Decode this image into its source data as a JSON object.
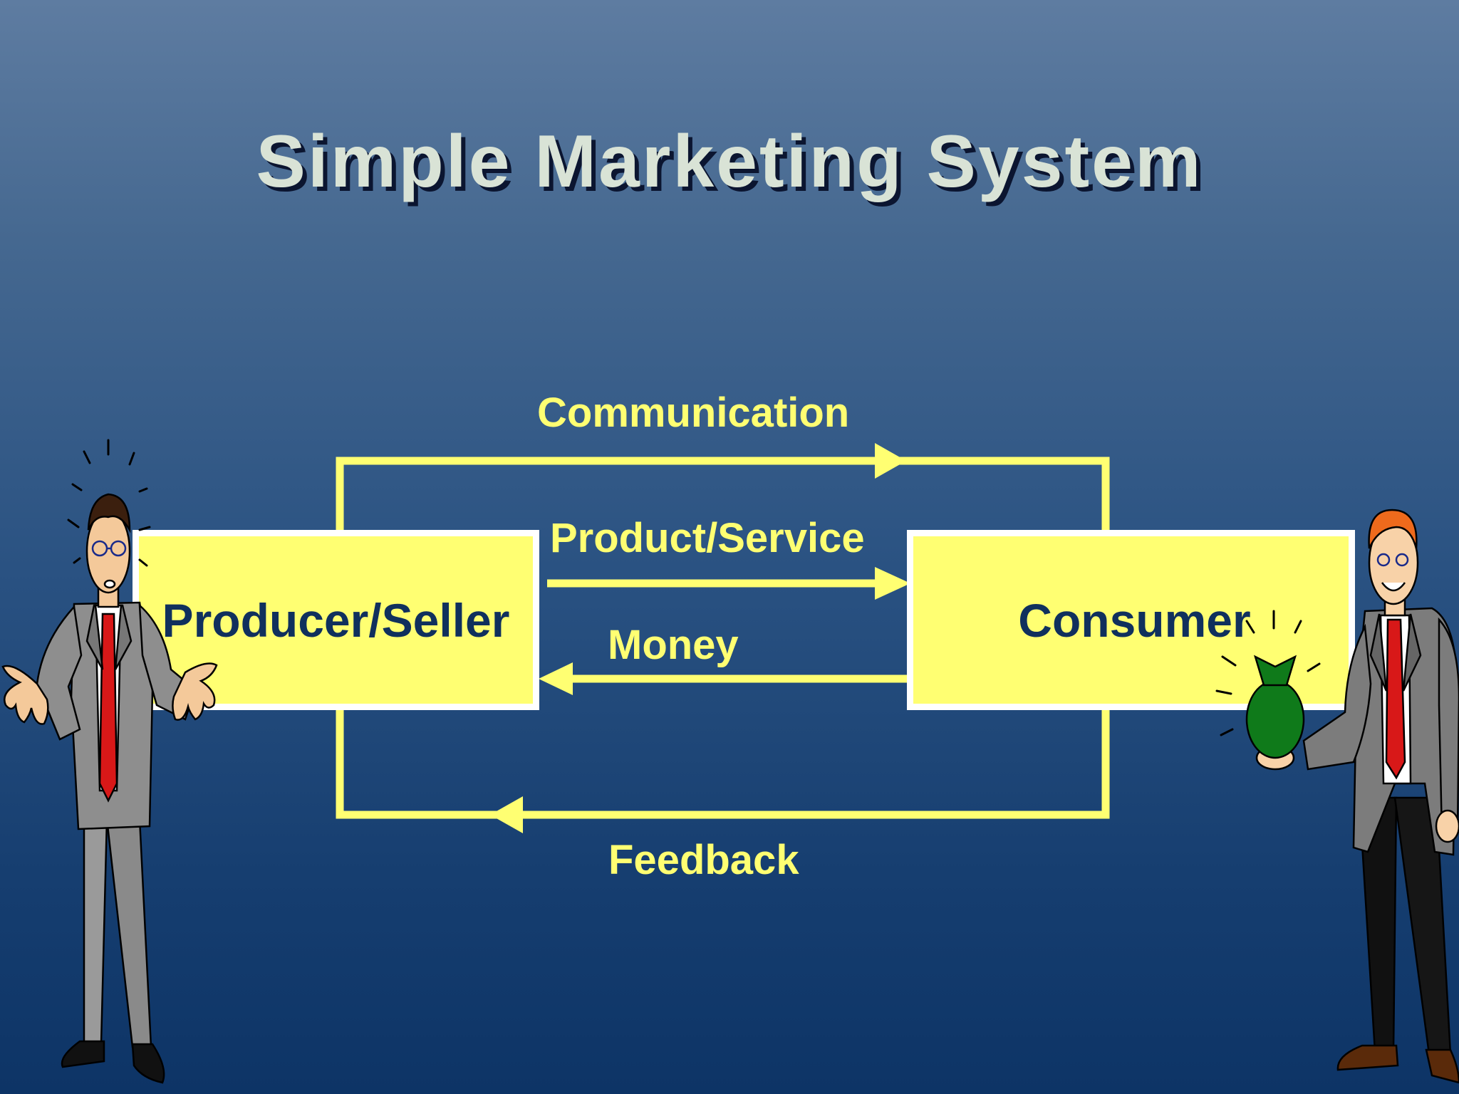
{
  "slide": {
    "title": "Simple Marketing System"
  },
  "nodes": {
    "producer": "Producer/Seller",
    "consumer": "Consumer"
  },
  "flows": {
    "communication": "Communication",
    "product_service": "Product/Service",
    "money": "Money",
    "feedback": "Feedback"
  },
  "colors": {
    "flow": "#ffff72",
    "box_fill": "#ffff72",
    "box_border": "#ffffff",
    "box_text": "#10305d",
    "title": "#d9e3d6"
  },
  "icons": {
    "left_figure": "confused-businessman-icon",
    "right_figure": "smiling-businessman-with-money-bag-icon"
  }
}
